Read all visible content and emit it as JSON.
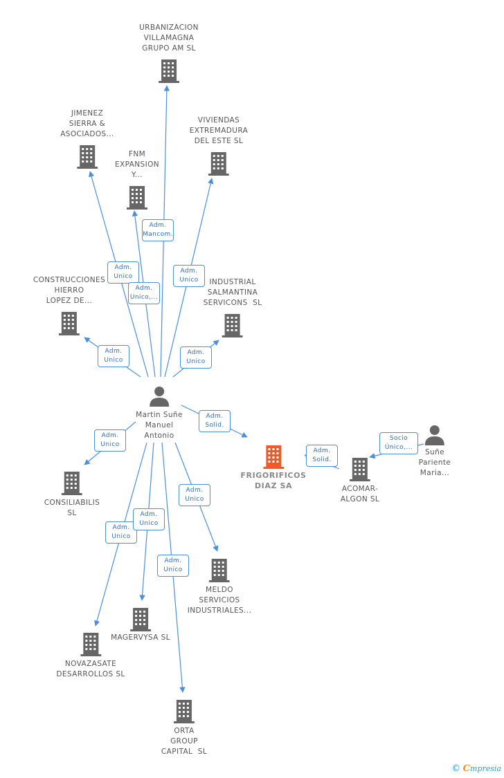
{
  "colors": {
    "edge": "#4a90d9",
    "icon": "#666666",
    "highlight": "#f05a28",
    "badge_text": "#2f6fb8"
  },
  "center_person": {
    "name": "Martin Suñe\nManuel\nAntonio",
    "icon": "person-icon"
  },
  "other_person": {
    "name": "Suñe\nPariente\nMaria...",
    "icon": "person-icon"
  },
  "highlight_company": {
    "name": "FRIGORIFICOS\nDIAZ SA",
    "icon": "building-icon"
  },
  "companies": {
    "urbanizacion": "URBANIZACION\nVILLAMAGNA\nGRUPO AM SL",
    "jimenez": "JIMENEZ\nSIERRA &\nASOCIADOS...",
    "viviendas": "VIVIENDAS\nEXTREMADURA\nDEL ESTE SL",
    "fnm": "FNM\nEXPANSION\nY...",
    "construcciones": "CONSTRUCCIONES\nHIERRO\nLOPEZ DE...",
    "industrial": "INDUSTRIAL\nSALMANTINA\nSERVICONS  SL",
    "consiliabilis": "CONSILIABILIS\nSL",
    "acomar": "ACOMAR-\nALGON SL",
    "meldo": "MELDO\nSERVICIOS\nINDUSTRIALES...",
    "magervysa": "MAGERVYSA SL",
    "novazasate": "NOVAZASATE\nDESARROLLOS SL",
    "orta": "ORTA\nGROUP\nCAPITAL  SL"
  },
  "badges": {
    "urbanizacion": "Adm.\nMancom.",
    "jimenez": "Adm.\nUnico",
    "fnm": "Adm.\nUnico,...",
    "viviendas": "Adm.\nUnico",
    "construcciones": "Adm.\nUnico",
    "industrial": "Adm.\nUnico",
    "frigorificos": "Adm.\nSolid.",
    "acomar_frigorificos": "Adm.\nSolid.",
    "sune_acomar": "Socio\nÚnico,...",
    "consiliabilis": "Adm.\nUnico",
    "novazasate": "Adm.\nUnico",
    "magervysa": "Adm.\nUnico",
    "orta": "Adm.\nUnico",
    "meldo": "Adm.\nUnico"
  },
  "footer": {
    "copyright": "©",
    "brand_first": "C",
    "brand_rest": "mpresia"
  }
}
